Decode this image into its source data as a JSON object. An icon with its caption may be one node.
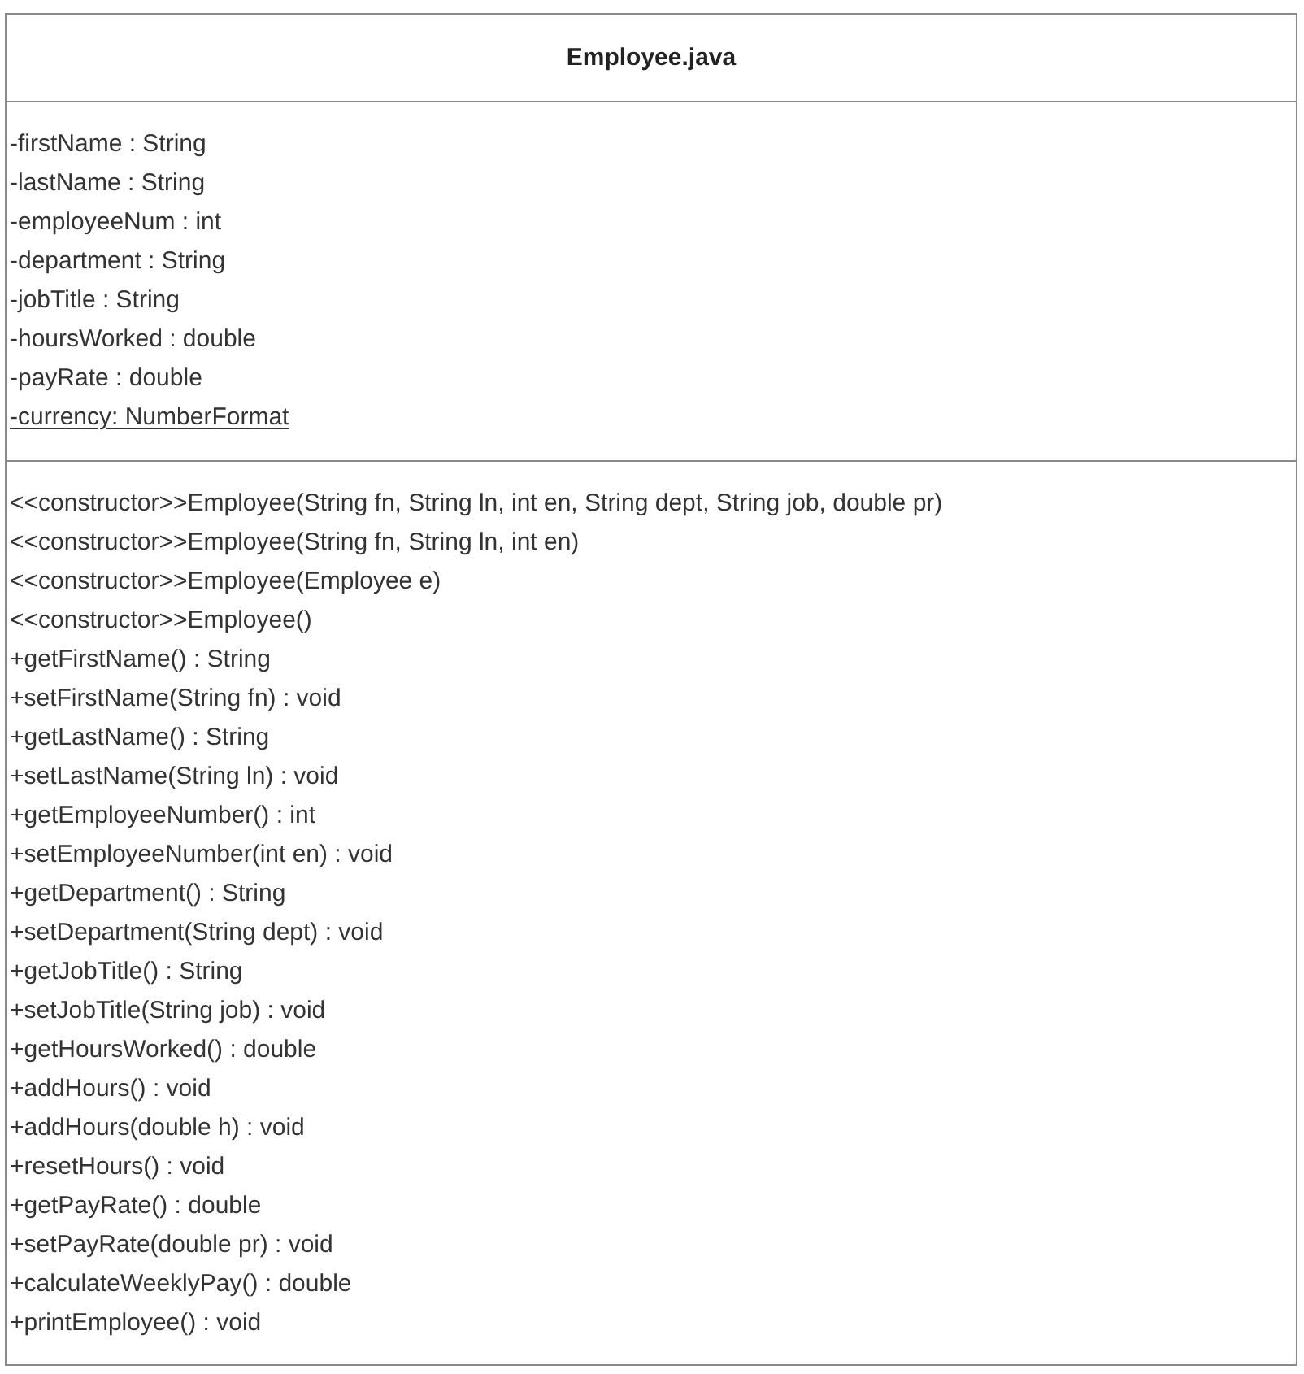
{
  "diagram": {
    "nodes": [
      {
        "text": [
          "Employee.java"
        ]
      },
      {
        "text": [
          "-firstName : String",
          "-lastName : String",
          "-employeeNum : int",
          "-department : String",
          "-jobTitle : String",
          "-hoursWorked : double",
          "-payRate : double",
          "-currency: NumberFormat"
        ],
        "in": 0
      },
      {
        "text": [
          "<<constructor>>Employee(String fn, String ln, int en, String dept, String job, double pr)",
          "<<constructor>>Employee(String fn, String ln, int en)",
          "<<constructor>>Employee(Employee e)",
          "<<constructor>>Employee()",
          "+getFirstName() : String",
          "+setFirstName(String fn) : void",
          "+getLastName() : String",
          "+setLastName(String ln) : void",
          "+getEmployeeNumber() : int",
          "+setEmployeeNumber(int en) : void",
          "+getDepartment() : String",
          "+setDepartment(String dept) : void",
          "+getJobTitle() : String",
          "+setJobTitle(String job) : void",
          "+getHoursWorked() : double",
          "+addHours() : void",
          "+addHours(double h) : void",
          "+resetHours() : void",
          "+getPayRate() : double",
          "+setPayRate(double pr) : void",
          "+calculateWeeklyPay() : double",
          "+printEmployee() : void"
        ],
        "in": 0
      }
    ]
  }
}
